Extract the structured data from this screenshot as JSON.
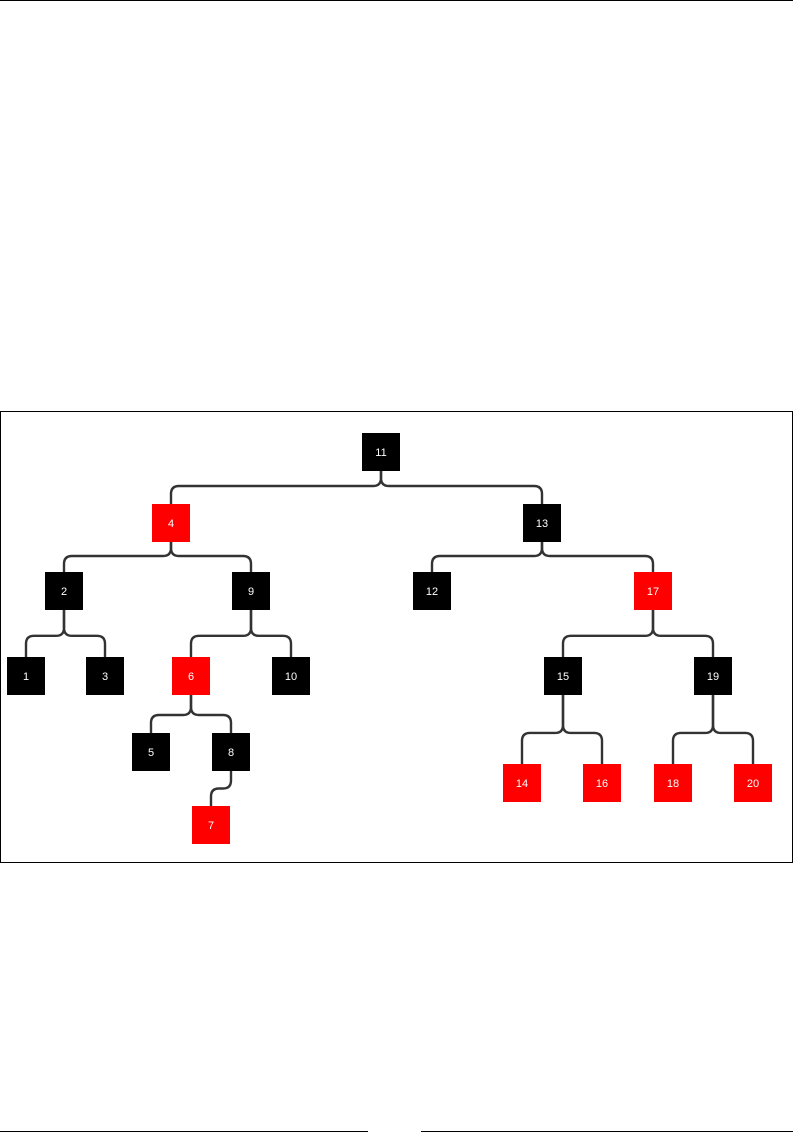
{
  "tree": {
    "colors": {
      "black": "#000000",
      "red": "#ff0000",
      "edge": "#333333",
      "label": "#ffffff"
    },
    "nodes": [
      {
        "id": "11",
        "label": "11",
        "color": "black"
      },
      {
        "id": "4",
        "label": "4",
        "color": "red"
      },
      {
        "id": "13",
        "label": "13",
        "color": "black"
      },
      {
        "id": "2",
        "label": "2",
        "color": "black"
      },
      {
        "id": "9",
        "label": "9",
        "color": "black"
      },
      {
        "id": "12",
        "label": "12",
        "color": "black"
      },
      {
        "id": "17",
        "label": "17",
        "color": "red"
      },
      {
        "id": "1",
        "label": "1",
        "color": "black"
      },
      {
        "id": "3",
        "label": "3",
        "color": "black"
      },
      {
        "id": "6",
        "label": "6",
        "color": "red"
      },
      {
        "id": "10",
        "label": "10",
        "color": "black"
      },
      {
        "id": "15",
        "label": "15",
        "color": "black"
      },
      {
        "id": "19",
        "label": "19",
        "color": "black"
      },
      {
        "id": "5",
        "label": "5",
        "color": "black"
      },
      {
        "id": "8",
        "label": "8",
        "color": "black"
      },
      {
        "id": "14",
        "label": "14",
        "color": "red"
      },
      {
        "id": "16",
        "label": "16",
        "color": "red"
      },
      {
        "id": "18",
        "label": "18",
        "color": "red"
      },
      {
        "id": "20",
        "label": "20",
        "color": "red"
      },
      {
        "id": "7",
        "label": "7",
        "color": "red"
      }
    ],
    "edges": [
      {
        "parent": "11",
        "child": "4"
      },
      {
        "parent": "11",
        "child": "13"
      },
      {
        "parent": "4",
        "child": "2"
      },
      {
        "parent": "4",
        "child": "9"
      },
      {
        "parent": "13",
        "child": "12"
      },
      {
        "parent": "13",
        "child": "17"
      },
      {
        "parent": "2",
        "child": "1"
      },
      {
        "parent": "2",
        "child": "3"
      },
      {
        "parent": "9",
        "child": "6"
      },
      {
        "parent": "9",
        "child": "10"
      },
      {
        "parent": "17",
        "child": "15"
      },
      {
        "parent": "17",
        "child": "19"
      },
      {
        "parent": "6",
        "child": "5"
      },
      {
        "parent": "6",
        "child": "8"
      },
      {
        "parent": "15",
        "child": "14"
      },
      {
        "parent": "15",
        "child": "16"
      },
      {
        "parent": "19",
        "child": "18"
      },
      {
        "parent": "19",
        "child": "20"
      },
      {
        "parent": "8",
        "child": "7"
      }
    ]
  }
}
